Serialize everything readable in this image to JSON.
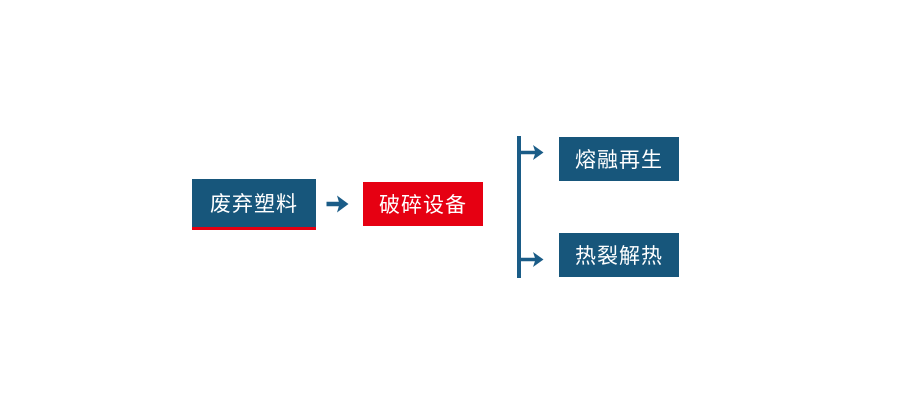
{
  "colors": {
    "background": "#ffffff",
    "box_blue": "#17567b",
    "box_red": "#e60012",
    "underline_red": "#e60012",
    "connector_blue": "#1a5c87",
    "text_white": "#ffffff"
  },
  "diagram": {
    "nodes": [
      {
        "label": "废弃塑料"
      },
      {
        "label": "破碎设备"
      },
      {
        "label": "熔融再生"
      },
      {
        "label": "热裂解热"
      }
    ],
    "icons": {
      "main_arrow": "right-arrow",
      "branch_top": "right-arrow",
      "branch_bottom": "right-arrow"
    }
  }
}
